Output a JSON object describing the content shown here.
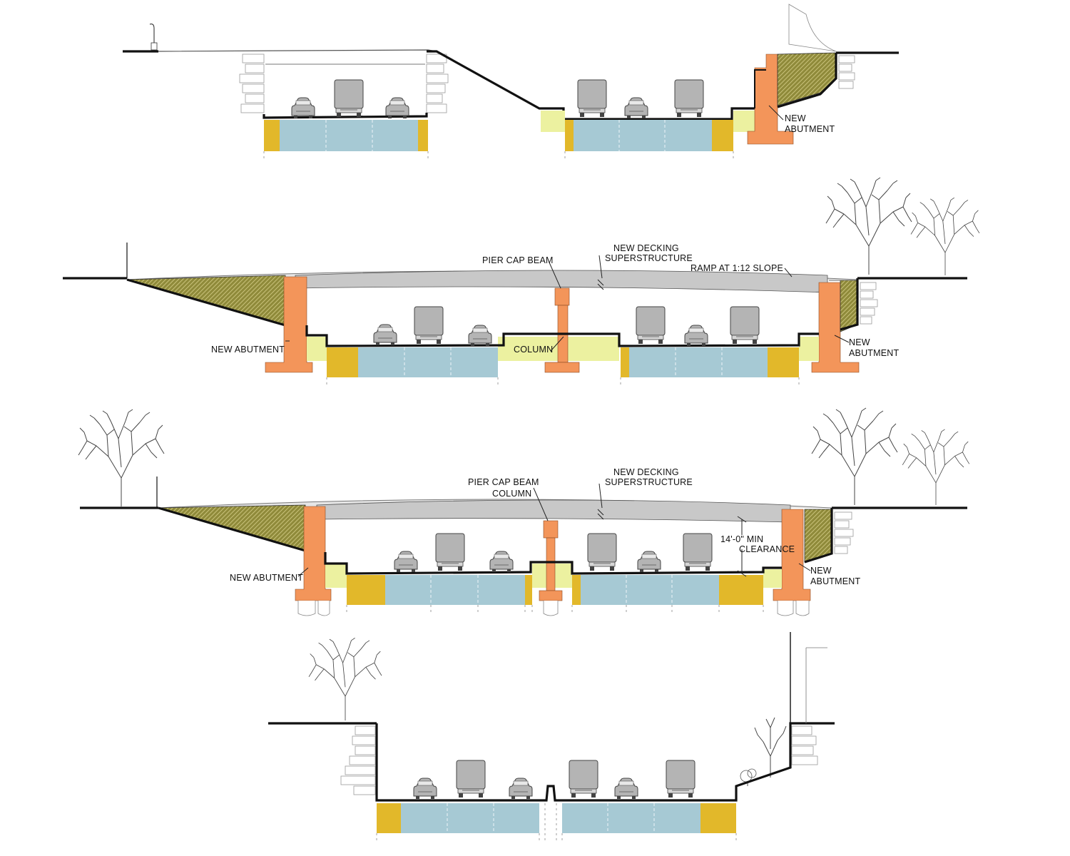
{
  "section_1": {
    "labels": {
      "abutment_line1": "NEW",
      "abutment_line2": "ABUTMENT"
    }
  },
  "section_2": {
    "labels": {
      "pier_cap_beam": "PIER CAP BEAM",
      "decking_line1": "NEW DECKING",
      "decking_line2": "SUPERSTRUCTURE",
      "ramp": "RAMP AT 1:12 SLOPE",
      "abutment_left": "NEW ABUTMENT",
      "column": "COLUMN",
      "abutment_right_line1": "NEW",
      "abutment_right_line2": "ABUTMENT"
    }
  },
  "section_3": {
    "labels": {
      "pier_cap_beam": "PIER CAP BEAM",
      "column": "COLUMN",
      "decking_line1": "NEW DECKING",
      "decking_line2": "SUPERSTRUCTURE",
      "clearance_line1": "14'-0\" MIN",
      "clearance_line2": "CLEARANCE",
      "abutment_left": "NEW ABUTMENT",
      "abutment_right_line1": "NEW",
      "abutment_right_line2": "ABUTMENT"
    }
  },
  "section_4": {
    "labels": {}
  },
  "colors": {
    "lanes": "#a6c9d4",
    "shoulder": "#e2b82a",
    "verge": "#ecf1a0",
    "abutment": "#f3955a",
    "deck": "#c8c8c8",
    "earth_fill": "#8f8a3a",
    "vehicles": "#b4b4b4"
  },
  "icons": [
    "car-icon",
    "truck-icon",
    "tree-icon",
    "lamp-post-icon",
    "retaining-wall-icon"
  ]
}
